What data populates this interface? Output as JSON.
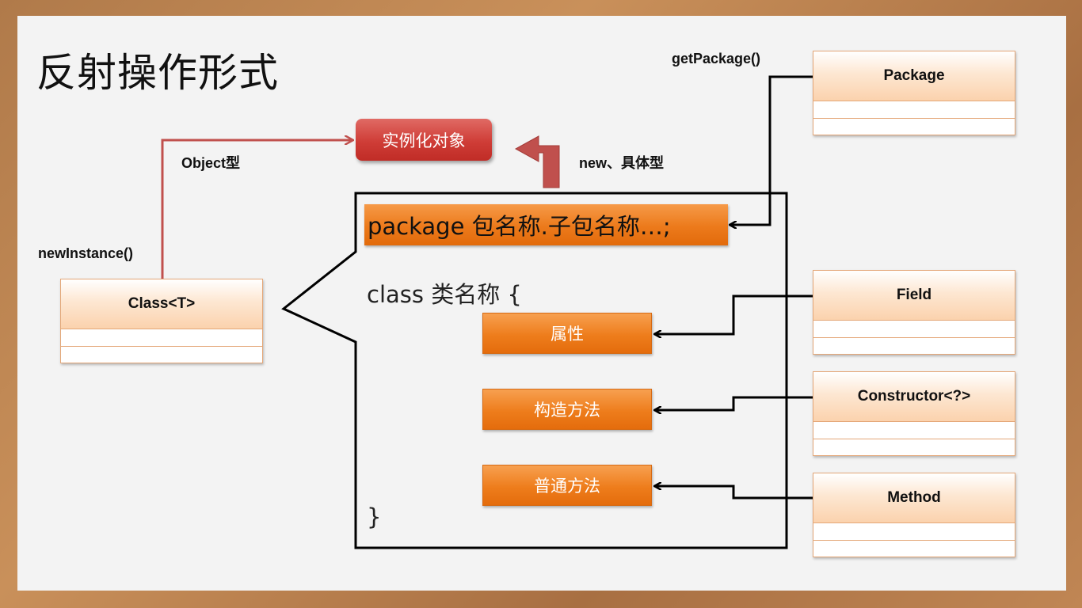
{
  "title": "反射操作形式",
  "labels": {
    "get_package": "getPackage()",
    "object_type": "Object型",
    "new_concrete": "new、具体型",
    "new_instance": "newInstance()"
  },
  "instantiate_box": "实例化对象",
  "class_box": {
    "name": "Class<T>"
  },
  "right_classes": {
    "package": "Package",
    "field": "Field",
    "constructor": "Constructor<?>",
    "method": "Method"
  },
  "code": {
    "package_line": "package 包名称.子包名称…;",
    "class_line": "class 类名称 {",
    "close_brace": "}"
  },
  "members": {
    "attribute": "属性",
    "constructor_method": "构造方法",
    "normal_method": "普通方法"
  },
  "colors": {
    "orange": "#ee7d1c",
    "red_arrow": "#c0504d",
    "line": "#000000"
  }
}
